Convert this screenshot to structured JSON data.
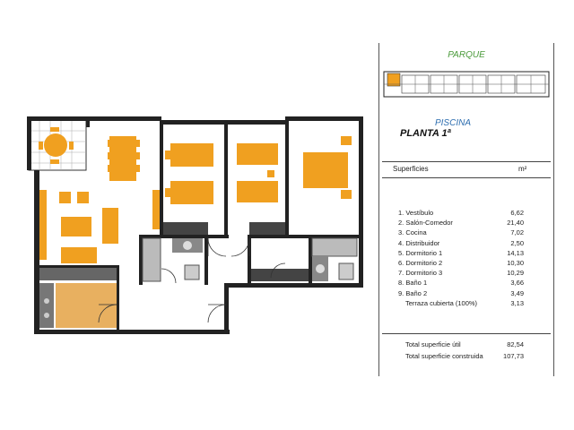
{
  "key_plan": {
    "top_label": "PARQUE",
    "bottom_label": "PISCINA"
  },
  "floor_label": "PLANTA 1ª",
  "table": {
    "header_left": "Superficies",
    "header_right": "m²",
    "rooms": [
      {
        "name": "1. Vestíbulo",
        "area": "6,62"
      },
      {
        "name": "2. Salón-Comedor",
        "area": "21,40"
      },
      {
        "name": "3. Cocina",
        "area": "7,02"
      },
      {
        "name": "4. Distribuidor",
        "area": "2,50"
      },
      {
        "name": "5. Dormitorio 1",
        "area": "14,13"
      },
      {
        "name": "6. Dormitorio 2",
        "area": "10,30"
      },
      {
        "name": "7. Dormitorio 3",
        "area": "10,29"
      },
      {
        "name": "8. Baño 1",
        "area": "3,66"
      },
      {
        "name": "9. Baño 2",
        "area": "3,49"
      },
      {
        "name": "Terraza cubierta (100%)",
        "area": "3,13"
      }
    ],
    "totals": [
      {
        "name": "Total superficie útil",
        "area": "82,54"
      },
      {
        "name": "Total superficie construida",
        "area": "107,73"
      }
    ]
  },
  "colors": {
    "furniture": "#f0a020",
    "kitchen_floor": "#e8b060",
    "walls": "#222222",
    "accent_green": "#4a9a3a",
    "accent_blue": "#2f6fb0"
  }
}
